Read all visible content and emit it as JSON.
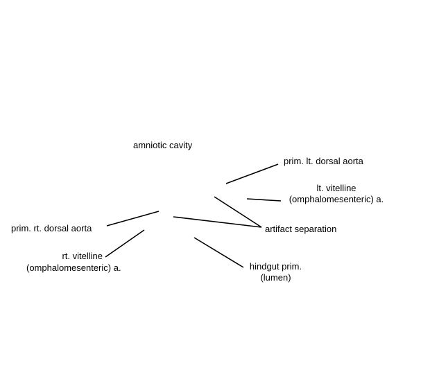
{
  "labels": {
    "amniotic_cavity": "amniotic cavity",
    "prim_lt_dorsal_aorta": "prim. lt. dorsal aorta",
    "lt_vitelline_line1": "lt. vitelline",
    "lt_vitelline_line2": "(omphalomesenteric) a.",
    "prim_rt_dorsal_aorta": "prim. rt. dorsal aorta",
    "artifact_separation": "artifact separation",
    "rt_vitelline_line1": "rt. vitelline",
    "rt_vitelline_line2": "(omphalomesenteric) a.",
    "hindgut_line1": "hindgut prim.",
    "hindgut_line2": "(lumen)"
  }
}
